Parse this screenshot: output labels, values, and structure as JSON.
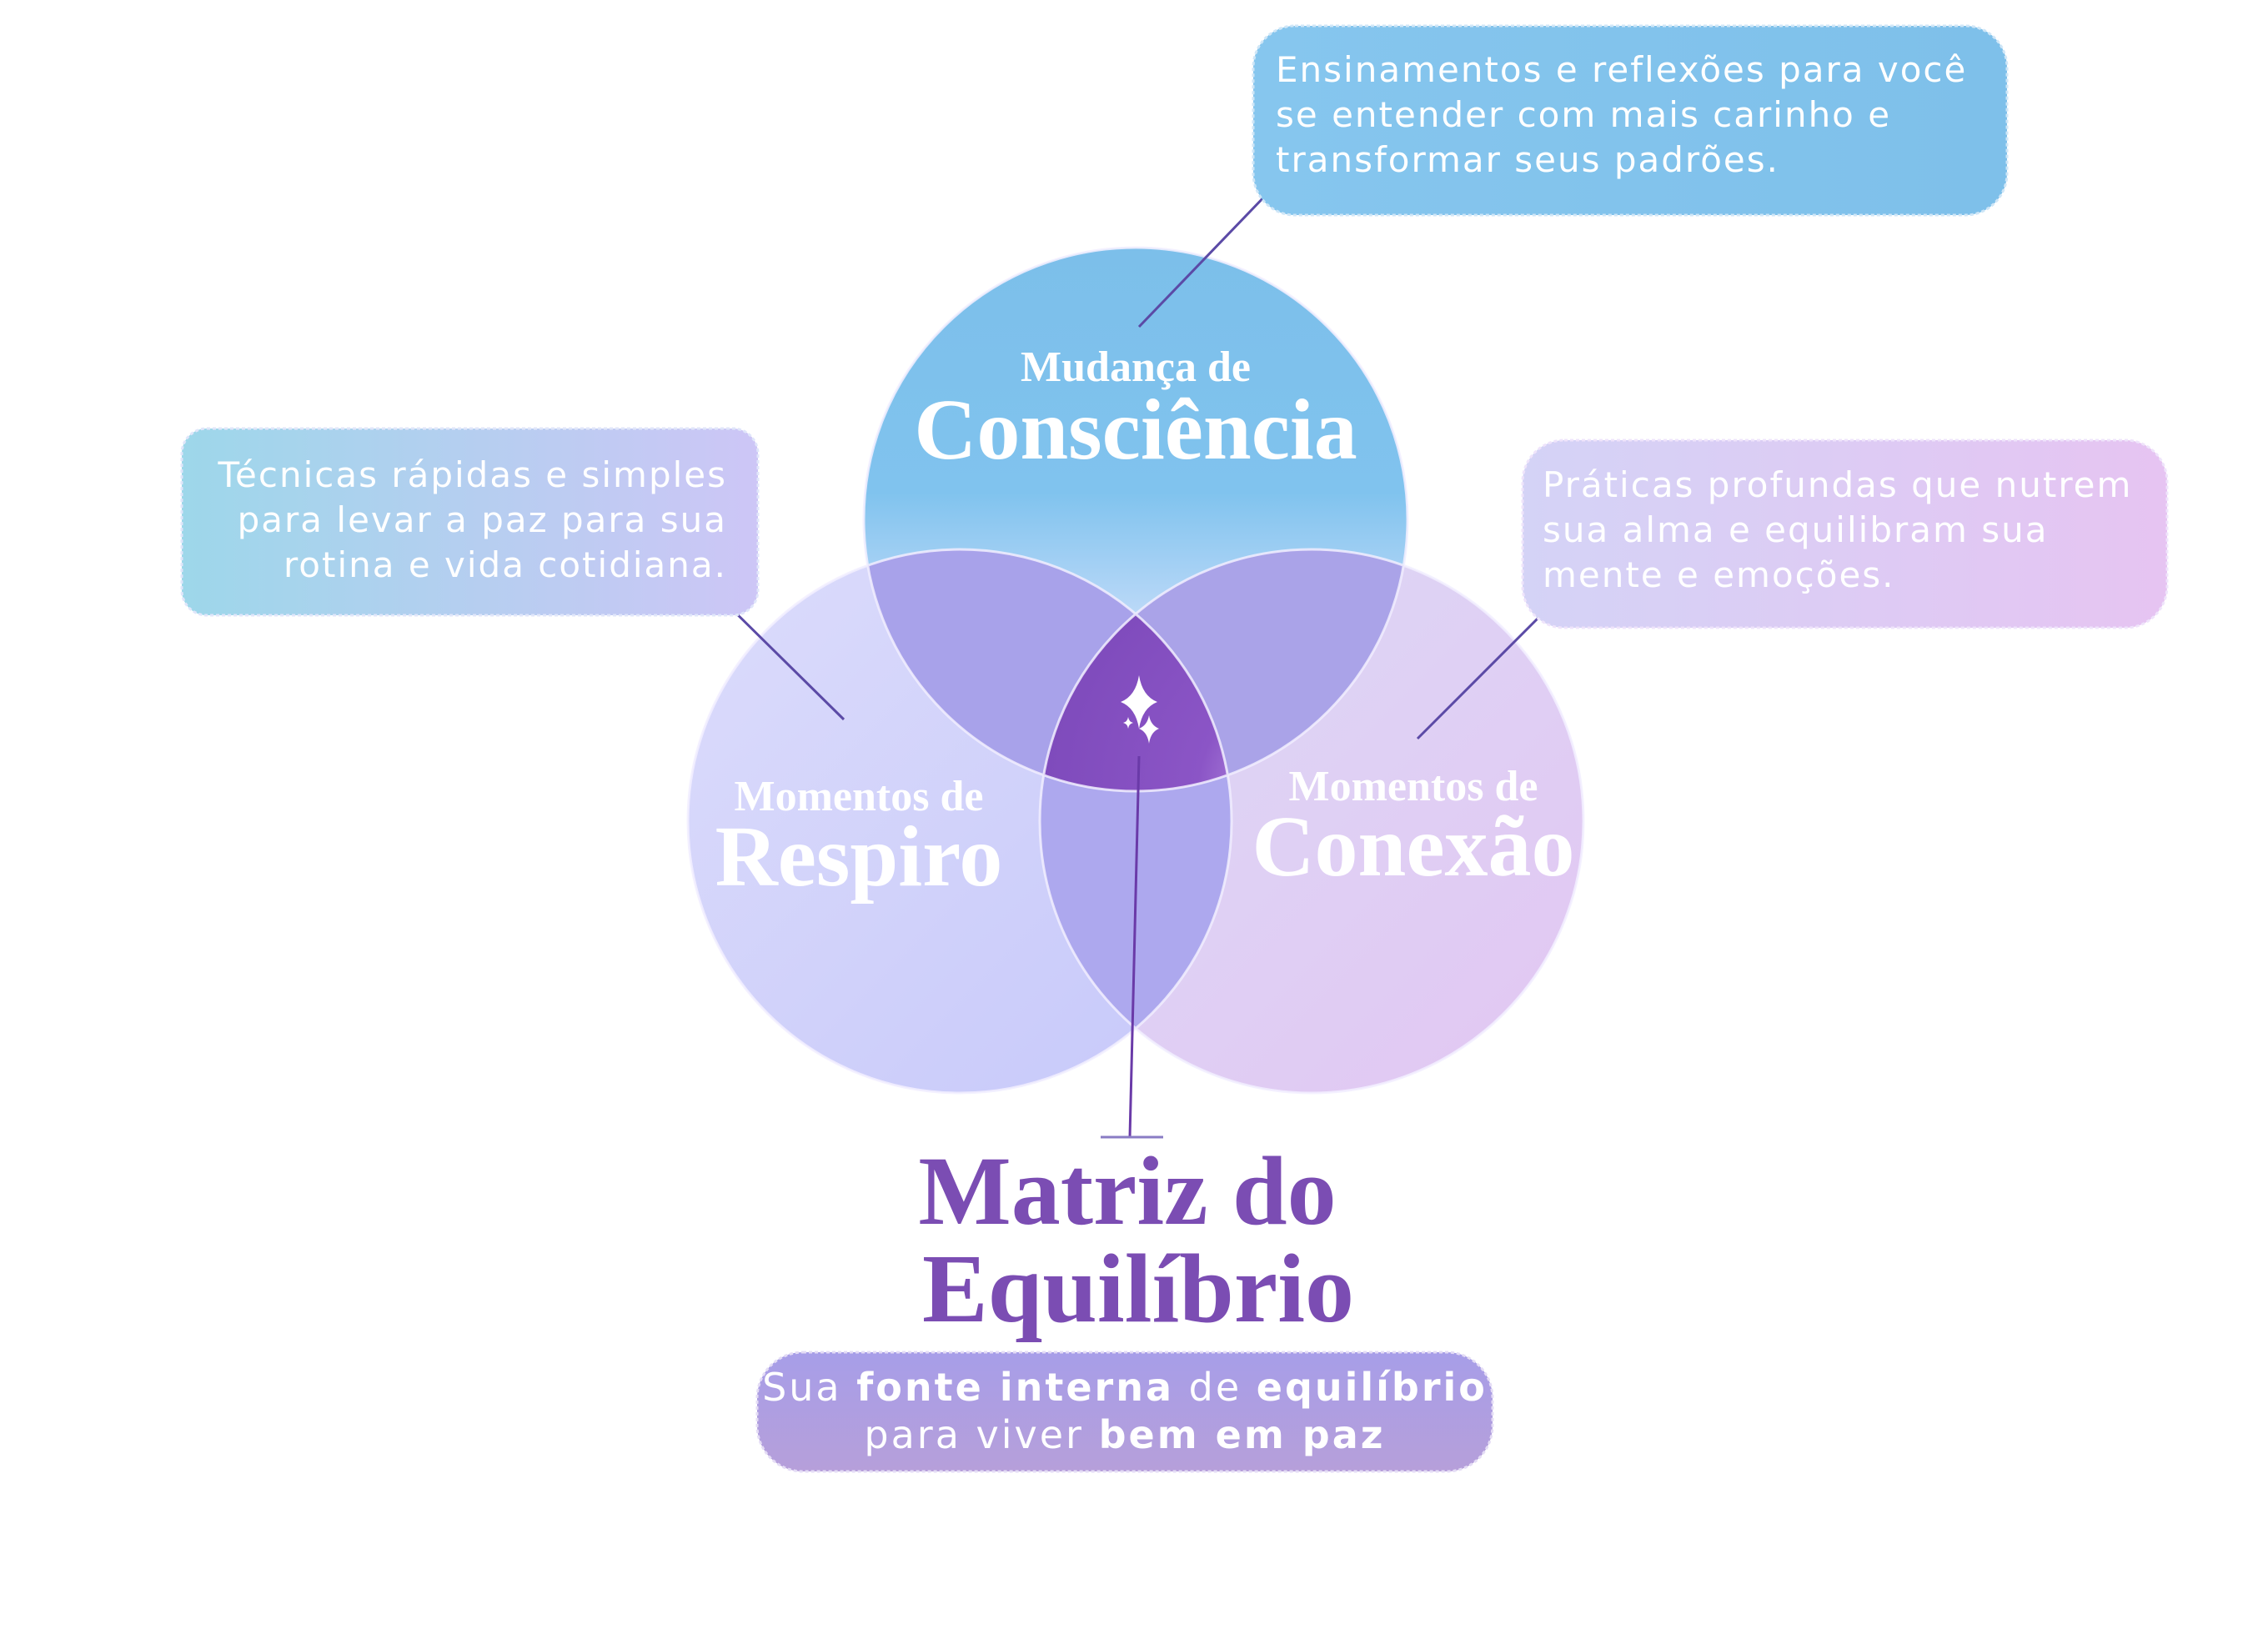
{
  "title": {
    "line1": "Matriz do",
    "line2": "Equilíbrio"
  },
  "circles": {
    "top": {
      "small": "Mudança de",
      "big": "Consciência"
    },
    "left": {
      "small": "Momentos de",
      "big": "Respiro"
    },
    "right": {
      "small": "Momentos de",
      "big": "Conexão"
    }
  },
  "callouts": {
    "top": [
      "Ensinamentos e reflexões para você",
      "se entender com mais carinho e",
      "transformar seus padrões."
    ],
    "left": [
      "Técnicas rápidas e simples",
      "para levar a paz para sua",
      "rotina e vida cotidiana."
    ],
    "right": [
      "Práticas profundas que nutrem",
      "sua alma e equilibram sua",
      "mente e emoções."
    ]
  },
  "tagline": {
    "l1a": "Sua ",
    "l1b": "fonte interna",
    "l1c": " de ",
    "l1d": "equilíbrio",
    "l2a": "para viver ",
    "l2b": "bem em paz"
  },
  "center_icon": "sparkles-icon",
  "colors": {
    "title": "#7b4db3",
    "center": "#7b48b8",
    "top_circle": "#7cc0ec",
    "left_circle": "#cfd0fa",
    "right_circle": "#dccdf3",
    "overlap": "#a9a3ea",
    "tagline_bg": "#a99fe4"
  }
}
